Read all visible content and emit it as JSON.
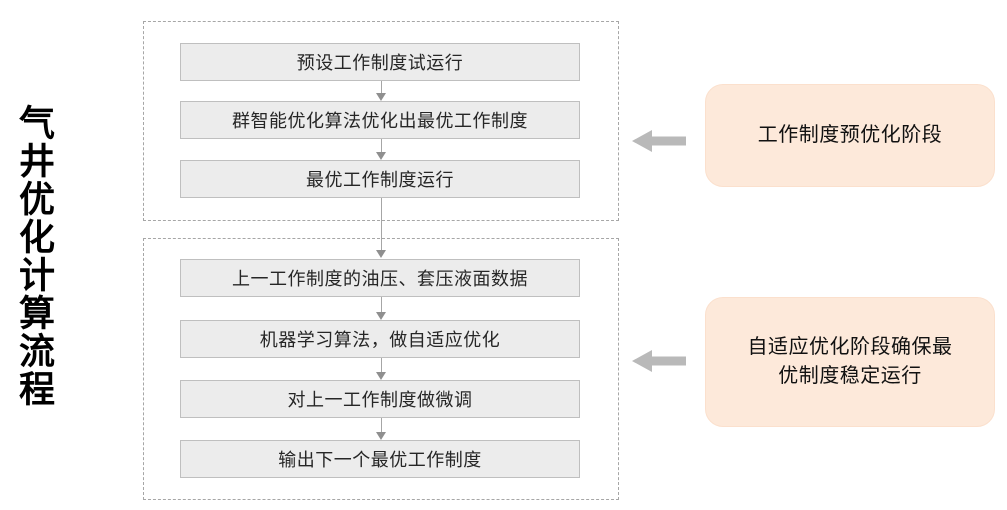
{
  "title": "气井优化计算流程",
  "stage1": {
    "steps": [
      "预设工作制度试运行",
      "群智能优化算法优化出最优工作制度",
      "最优工作制度运行"
    ],
    "callout": "工作制度预优化阶段"
  },
  "stage2": {
    "steps": [
      "上一工作制度的油压、套压液面数据",
      "机器学习算法，做自适应优化",
      "对上一工作制度做微调",
      "输出下一个最优工作制度"
    ],
    "callout": "自适应优化阶段确保最优制度稳定运行"
  },
  "icons": {
    "down_arrow": "down-arrow",
    "left_block_arrow": "left-block-arrow"
  },
  "colors": {
    "step_fill": "#ececec",
    "step_border": "#bfbfbf",
    "container_border": "#a6a6a6",
    "connector_gray": "#a6a6a6",
    "block_arrow_gray": "#b9b9b9",
    "callout_fill": "#fde9da",
    "title_text": "#000000",
    "step_text": "#262626"
  }
}
